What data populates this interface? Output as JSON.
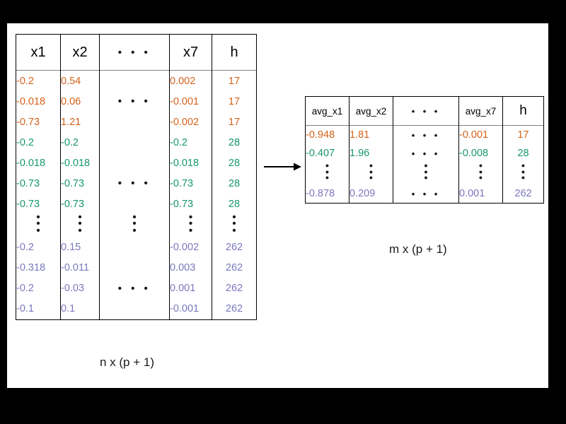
{
  "colors": {
    "group_1": "#D4621B",
    "group_2": "#17976B",
    "group_3": "#7B78BE",
    "text": "#1a1a1a",
    "border": "#000000",
    "header_rule": "#808080",
    "background": "#ffffff",
    "frame": "#000000"
  },
  "glyphs": {
    "hdots": "• • •",
    "vdots": "•<br>•<br>•"
  },
  "left_table": {
    "caption": "n x (p + 1)",
    "headers": [
      "x1",
      "x2",
      "• • •",
      "x7",
      "h"
    ],
    "rows": [
      {
        "group": "group_1",
        "cells": [
          "-0.2",
          "0.54",
          "",
          "0.002",
          "17"
        ]
      },
      {
        "group": "group_1",
        "cells": [
          "-0.018",
          "0.06",
          "",
          "-0.001",
          "17"
        ]
      },
      {
        "group": "group_1",
        "cells": [
          "-0.73",
          "1.21",
          "",
          "-0.002",
          "17"
        ]
      },
      {
        "group": "group_2",
        "cells": [
          "-0.2",
          "-0.2",
          "",
          "-0.2",
          "28"
        ]
      },
      {
        "group": "group_2",
        "cells": [
          "-0.018",
          "-0.018",
          "",
          "-0.018",
          "28"
        ]
      },
      {
        "group": "group_2",
        "cells": [
          "-0.73",
          "-0.73",
          "",
          "-0.73",
          "28"
        ]
      },
      {
        "group": "group_2",
        "cells": [
          "-0.73",
          "-0.73",
          "",
          "-0.73",
          "28"
        ]
      },
      {
        "group": "ellipsis_v",
        "cells": [
          "",
          "",
          "",
          "",
          ""
        ]
      },
      {
        "group": "group_3",
        "cells": [
          "-0.2",
          "0.15",
          "",
          "-0.002",
          "262"
        ]
      },
      {
        "group": "group_3",
        "cells": [
          "-0.318",
          "-0.011",
          "",
          "0.003",
          "262"
        ]
      },
      {
        "group": "group_3",
        "cells": [
          "-0.2",
          "-0.03",
          "",
          "0.001",
          "262"
        ]
      },
      {
        "group": "group_3",
        "cells": [
          "-0.1",
          "0.1",
          "",
          "-0.001",
          "262"
        ]
      }
    ]
  },
  "right_table": {
    "caption": "m x (p + 1)",
    "headers": [
      "avg_x1",
      "avg_x2",
      "• • •",
      "avg_x7",
      "h"
    ],
    "rows": [
      {
        "group": "group_1",
        "cells": [
          "-0.948",
          "1.81",
          "",
          "-0.001",
          "17"
        ]
      },
      {
        "group": "group_2",
        "cells": [
          "-0.407",
          "1.96",
          "",
          "-0.008",
          "28"
        ]
      },
      {
        "group": "ellipsis_v",
        "cells": [
          "",
          "",
          "",
          "",
          ""
        ]
      },
      {
        "group": "group_3",
        "cells": [
          "-0.878",
          "0.209",
          "",
          "0.001",
          "262"
        ]
      }
    ]
  },
  "arrow": {
    "name": "transform-arrow",
    "direction": "right"
  }
}
